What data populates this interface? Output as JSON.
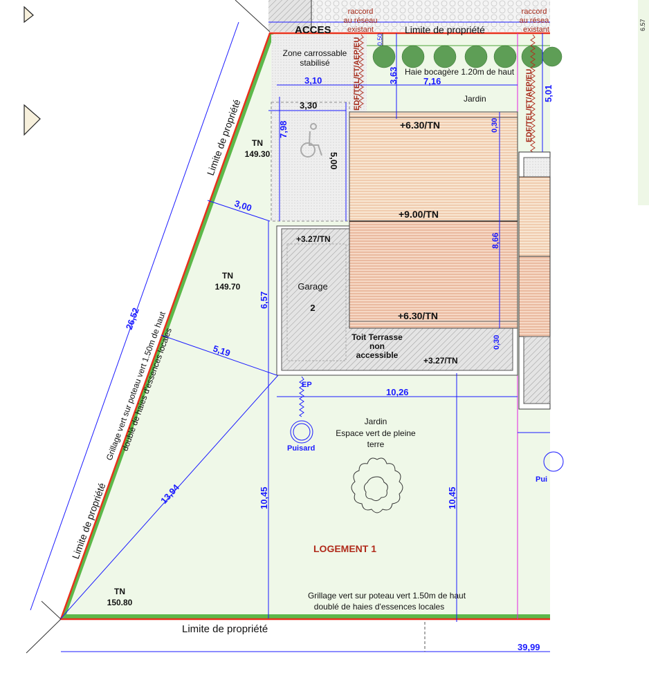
{
  "plan": {
    "access_label": "ACCES",
    "property_limit": "Limite de propriété",
    "raccord": [
      "raccord",
      "au réseau",
      "existant"
    ],
    "raccord_right": [
      "raccord",
      "au résea",
      "existant"
    ],
    "networks": "EDF/TEL/FT/AEP/EU",
    "zone_carrossable": [
      "Zone carrossable",
      "stabilisé"
    ],
    "hedge": "Haie bocagère 1.20m de haut",
    "jardin_top": "Jardin",
    "tn_1": [
      "TN",
      "149.30"
    ],
    "tn_2": [
      "TN",
      "149.70"
    ],
    "tn_3": [
      "TN",
      "150.80"
    ],
    "levels": {
      "roof_top": "+6.30/TN",
      "ridge": "+9.00/TN",
      "roof_bottom": "+6.30/TN",
      "garage_top": "+3.27/TN",
      "terrace": "+3.27/TN"
    },
    "garage": [
      "Garage",
      "2"
    ],
    "toit_terrasse": [
      "Toit Terrasse",
      "non",
      "accessible"
    ],
    "ep": "EP",
    "puisard": "Puisard",
    "puisard_right": "Pui",
    "jardin_main": [
      "Jardin",
      "Espace vert de pleine",
      "terre"
    ],
    "logement": "LOGEMENT 1",
    "fence_diag": [
      "Grillage vert sur poteau vert 1.50m de haut",
      "doublé de haies d'essences locales"
    ],
    "fence_bottom": [
      "Grillage vert sur poteau vert 1.50m de haut",
      "doublé de haies d'essences locales"
    ],
    "dimensions": {
      "d050": "0,50",
      "d363": "3,63",
      "d310": "3,10",
      "d716": "7,16",
      "d501": "5,01",
      "d330": "3,30",
      "d798": "7,98",
      "d500": "5,00",
      "d030a": "0,30",
      "d866": "8,66",
      "d030b": "0,30",
      "d300": "3,00",
      "d657": "6,57",
      "d2652": "26,52",
      "d519": "5,19",
      "d1026": "10,26",
      "d1045a": "10,45",
      "d1045b": "10,45",
      "d1394": "13,94",
      "d3999": "39,99"
    },
    "side_value": "6.57"
  }
}
